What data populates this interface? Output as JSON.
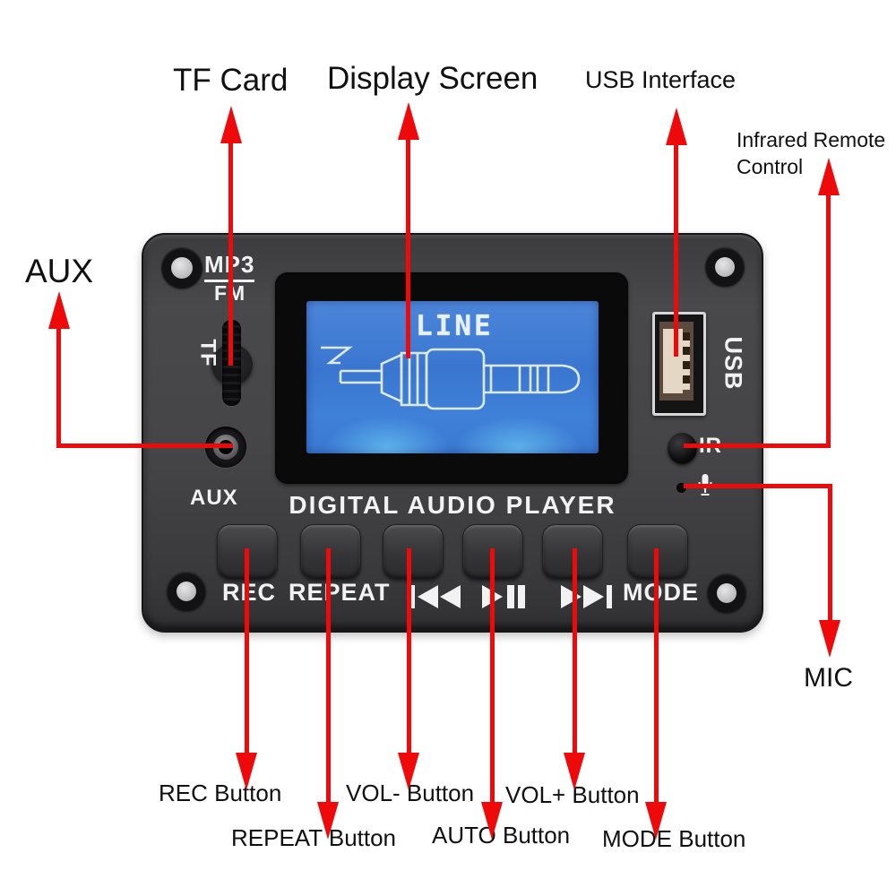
{
  "figure": {
    "type": "product-annotation-diagram",
    "subject": "MP3 decoder board digital audio player module"
  },
  "callouts": {
    "tf_card": "TF Card",
    "display_screen": "Display Screen",
    "usb_interface": "USB Interface",
    "infrared_remote_line1": "Infrared Remote",
    "infrared_remote_line2": "Control",
    "aux": "AUX",
    "mic": "MIC",
    "rec_button": "REC Button",
    "vol_minus_button": "VOL- Button",
    "vol_plus_button": "VOL+ Button",
    "repeat_button": "REPEAT Button",
    "auto_button": "AUTO Button",
    "mode_button": "MODE Button"
  },
  "board": {
    "silkscreen": {
      "mp3": "MP3",
      "fm": "FM",
      "tf": "TF",
      "aux": "AUX",
      "usb": "USB",
      "ir": "IR",
      "title": "DIGITAL AUDIO PLAYER",
      "rec": "REC",
      "repeat": "REPEAT",
      "mode": "MODE"
    },
    "screen": {
      "text": "LINE",
      "graphic": "audio-jack-plug"
    },
    "icons": {
      "transport": [
        "previous-track",
        "play-pause",
        "next-track"
      ],
      "mic": "microphone"
    }
  },
  "colors": {
    "arrow_red": "#ee0a0a",
    "screen_blue": "#3f7ed8",
    "board_gray": "#424244",
    "silkscreen_white": "#f2f2f2",
    "background": "#ffffff"
  }
}
